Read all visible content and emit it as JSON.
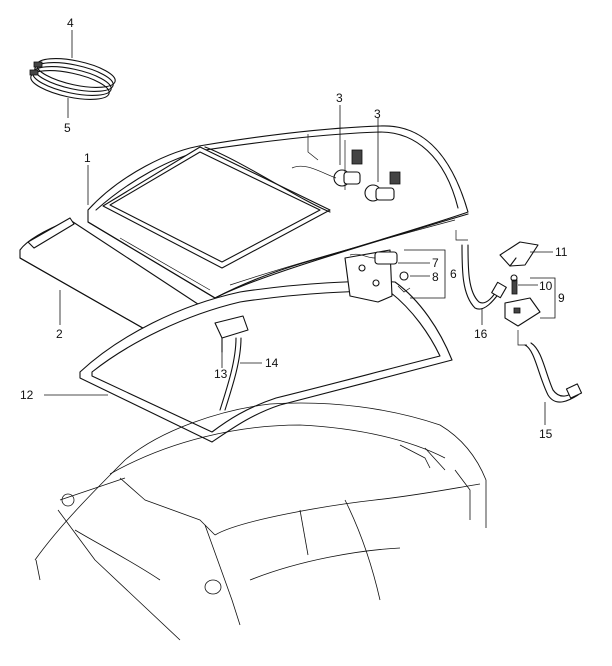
{
  "callouts": {
    "c1": "1",
    "c2": "2",
    "c3a": "3",
    "c3b": "3",
    "c4": "4",
    "c5": "5",
    "c6": "6",
    "c7": "7",
    "c8": "8",
    "c9": "9",
    "c10": "10",
    "c11": "11",
    "c12": "12",
    "c13": "13",
    "c14": "14",
    "c15": "15",
    "c16": "16"
  },
  "colors": {
    "line": "#111111",
    "background": "#ffffff"
  }
}
